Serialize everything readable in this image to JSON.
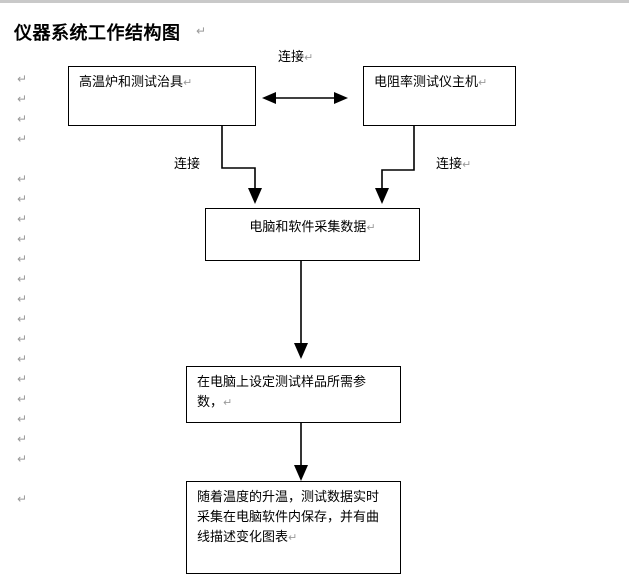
{
  "document": {
    "title": "仪器系统工作结构图",
    "paragraph_mark": "↵"
  },
  "flowchart": {
    "nodes": [
      {
        "id": "furnace",
        "label": "高温炉和测试治具"
      },
      {
        "id": "tester",
        "label": "电阻率测试仪主机"
      },
      {
        "id": "acquire",
        "label": "电脑和软件采集数据"
      },
      {
        "id": "settings",
        "label": "在电脑上设定测试样品所需参数，"
      },
      {
        "id": "record",
        "label": "随着温度的升温，测试数据实时采集在电脑软件内保存，并有曲线描述变化图表"
      }
    ],
    "edge_labels": [
      {
        "id": "link-top",
        "text": "连接"
      },
      {
        "id": "link-left",
        "text": "连接"
      },
      {
        "id": "link-right",
        "text": "连接"
      }
    ]
  },
  "margin_marks": {
    "symbol": "↵",
    "count": 20
  },
  "colors": {
    "line": "#000000",
    "mark": "#9a9a9a",
    "background": "#ffffff"
  }
}
